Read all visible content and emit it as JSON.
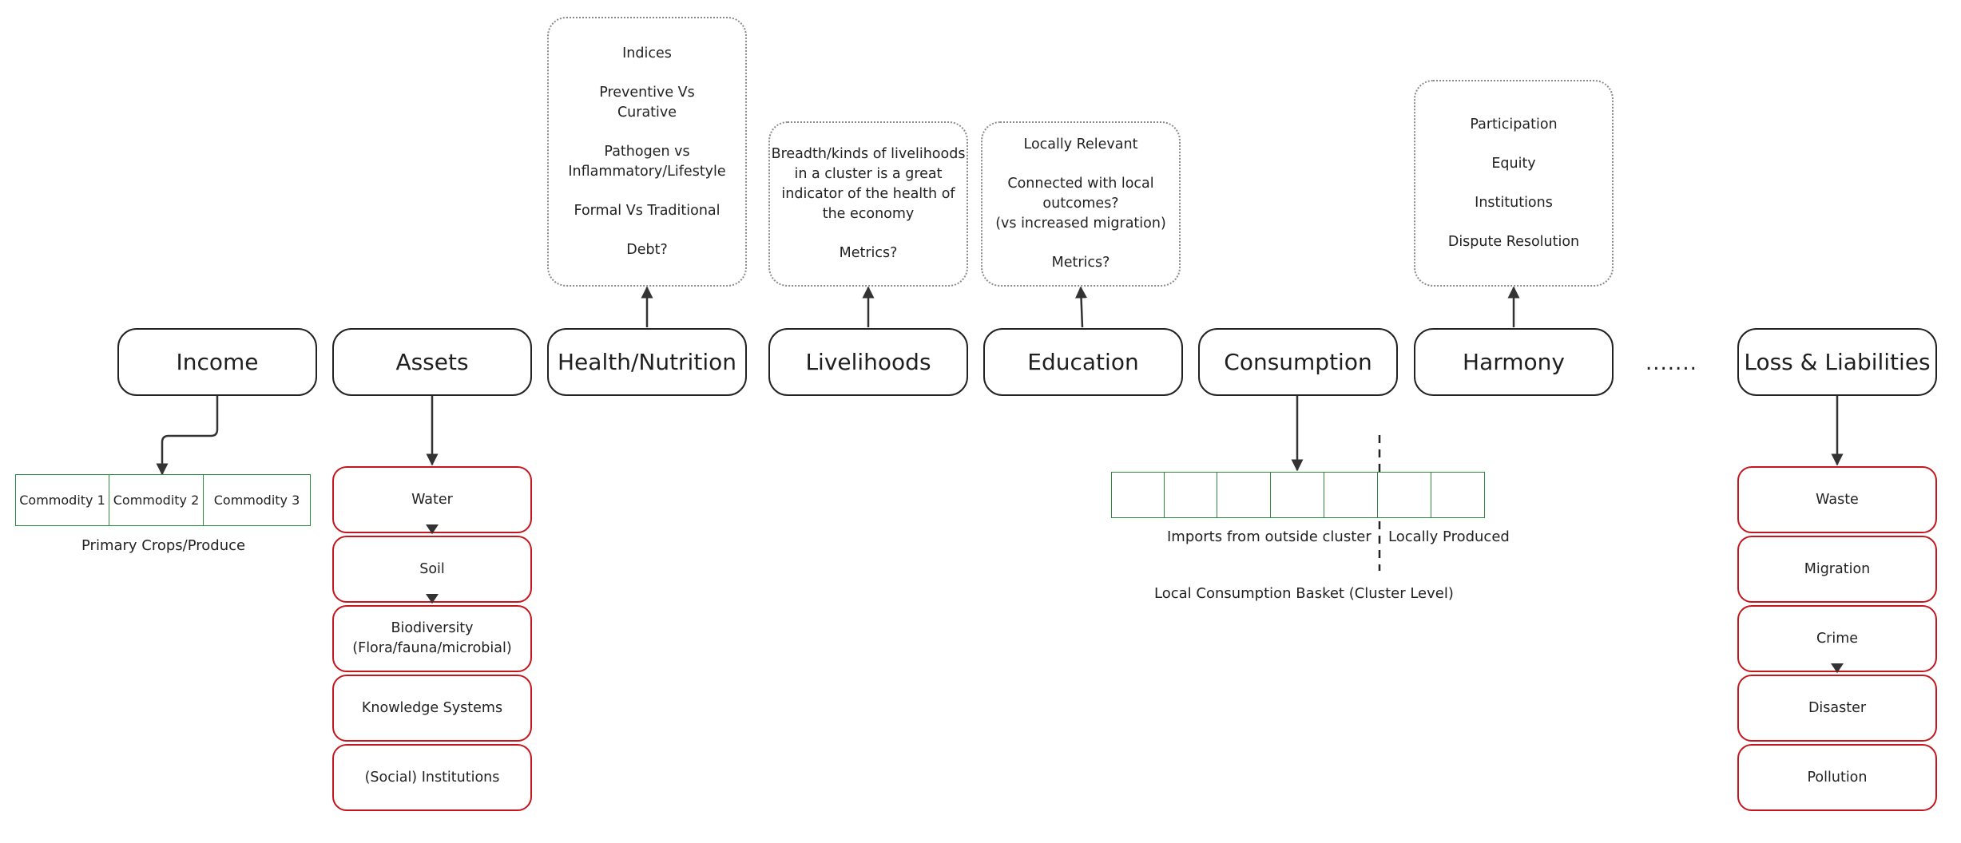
{
  "main_boxes": {
    "income": "Income",
    "assets": "Assets",
    "health": "Health/Nutrition",
    "livelihoods": "Livelihoods",
    "education": "Education",
    "consumption": "Consumption",
    "harmony": "Harmony",
    "ellipsis": ".......",
    "loss": "Loss & Liabilities"
  },
  "notes": {
    "health": [
      "Indices",
      "Preventive Vs\nCurative",
      "Pathogen vs\nInflammatory/Lifestyle",
      "Formal Vs Traditional",
      "Debt?"
    ],
    "livelihoods": [
      "Breadth/kinds of livelihoods\nin a cluster is a great\nindicator of the health of\nthe economy",
      "Metrics?"
    ],
    "education": [
      "Locally Relevant",
      "Connected with local\noutcomes?\n(vs increased migration)",
      "Metrics?"
    ],
    "harmony": [
      "Participation",
      "Equity",
      "Institutions",
      "Dispute Resolution"
    ]
  },
  "income": {
    "commodities": [
      "Commodity 1",
      "Commodity 2",
      "Commodity 3"
    ],
    "caption": "Primary Crops/Produce"
  },
  "assets": {
    "items": [
      "Water",
      "Soil",
      "Biodiversity\n(Flora/fauna/microbial)",
      "Knowledge Systems",
      "(Social) Institutions"
    ]
  },
  "consumption": {
    "imports_label": "Imports from outside cluster",
    "local_label": "Locally Produced",
    "caption": "Local Consumption Basket (Cluster Level)"
  },
  "loss": {
    "items": [
      "Waste",
      "Migration",
      "Crime",
      "Disaster",
      "Pollution"
    ]
  },
  "colors": {
    "box_border": "#222222",
    "asset_border": "#c4161c",
    "commodity_border": "#2e8b3e",
    "note_border": "#8a8a8a"
  }
}
